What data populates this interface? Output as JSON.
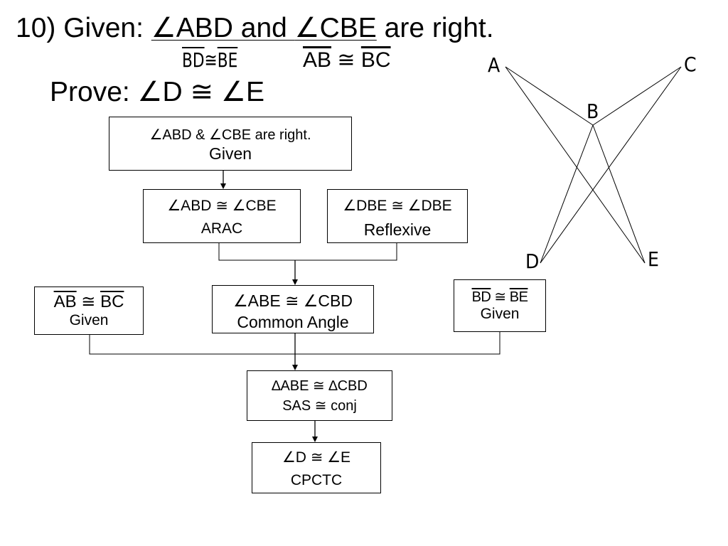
{
  "heading": {
    "given_prefix": "10) Given:  ",
    "given_angle1": "∠ABD",
    "given_and": " and ",
    "given_angle2": "∠CBE",
    "given_suffix": " are right.",
    "bd": "BD",
    "be": "BE",
    "ab": "AB",
    "bc": "BC",
    "cong": "≅",
    "prove": "Prove: ∠D ≅ ∠E"
  },
  "flowchart": {
    "right_angles": {
      "statement": "∠ABD & ∠CBE are right.",
      "reason": "Given"
    },
    "arac": {
      "statement": "∠ABD ≅ ∠CBE",
      "reason": "ARAC"
    },
    "reflexive": {
      "statement": "∠DBE ≅ ∠DBE",
      "reason": "Reflexive"
    },
    "ab_bc": {
      "seg1": "AB",
      "cong": " ≅ ",
      "seg2": "BC",
      "reason": "Given"
    },
    "common_angle": {
      "statement": "∠ABE ≅ ∠CBD",
      "reason": "Common Angle"
    },
    "bd_be": {
      "seg1": "BD",
      "cong": " ≅ ",
      "seg2": "BE",
      "reason": "Given"
    },
    "sas": {
      "statement": "∆ABE ≅ ∆CBD",
      "reason": "SAS ≅ conj"
    },
    "cpctc": {
      "statement": "∠D ≅ ∠E",
      "reason": "CPCTC"
    }
  },
  "figure": {
    "points": {
      "A": "A",
      "B": "B",
      "C": "C",
      "D": "D",
      "E": "E"
    }
  }
}
